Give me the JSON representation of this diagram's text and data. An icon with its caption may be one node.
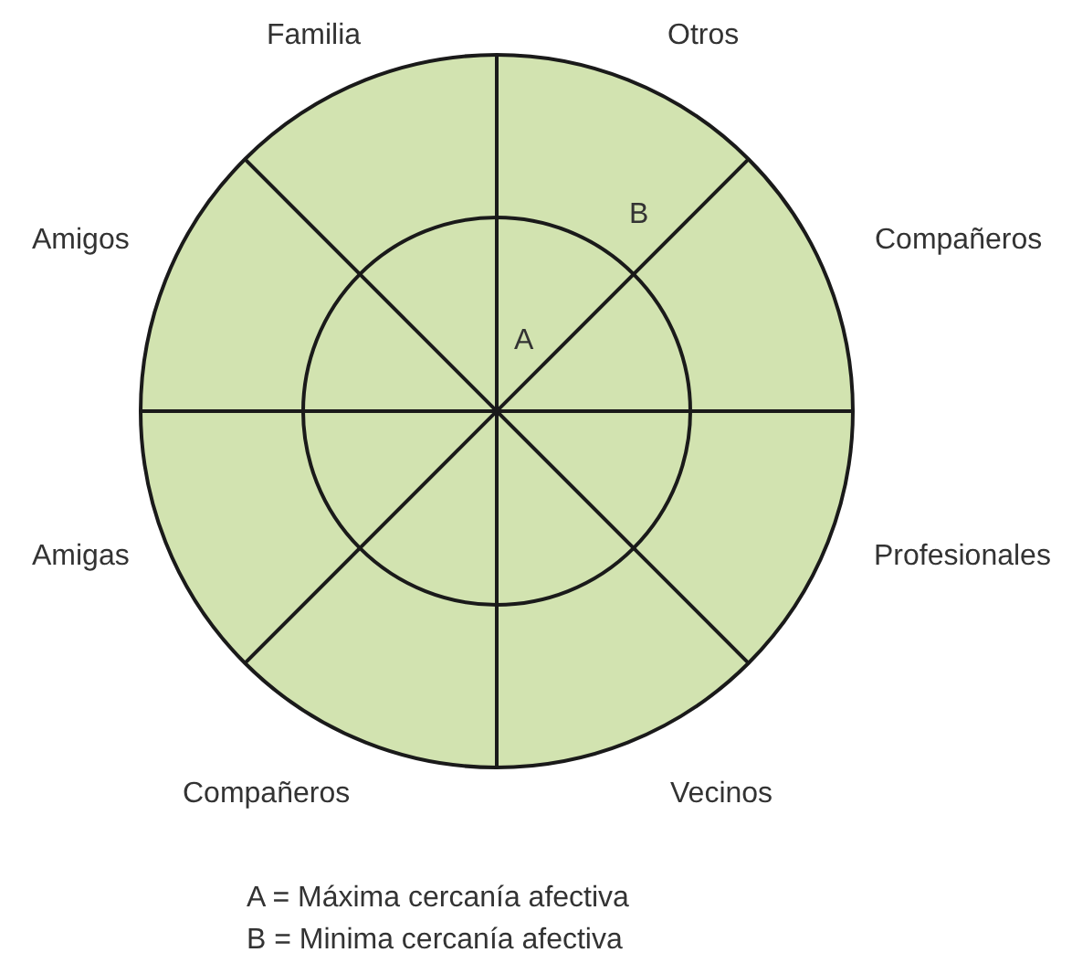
{
  "diagram": {
    "labels": [
      "Familia",
      "Otros",
      "B",
      "Amigos",
      "Compañeros",
      "A",
      "Amigas",
      "Profesionales",
      "Compañeros",
      "Vecinos",
      "A = Máxima cercanía afectiva",
      "B = Minima cercanía afectiva"
    ]
  }
}
